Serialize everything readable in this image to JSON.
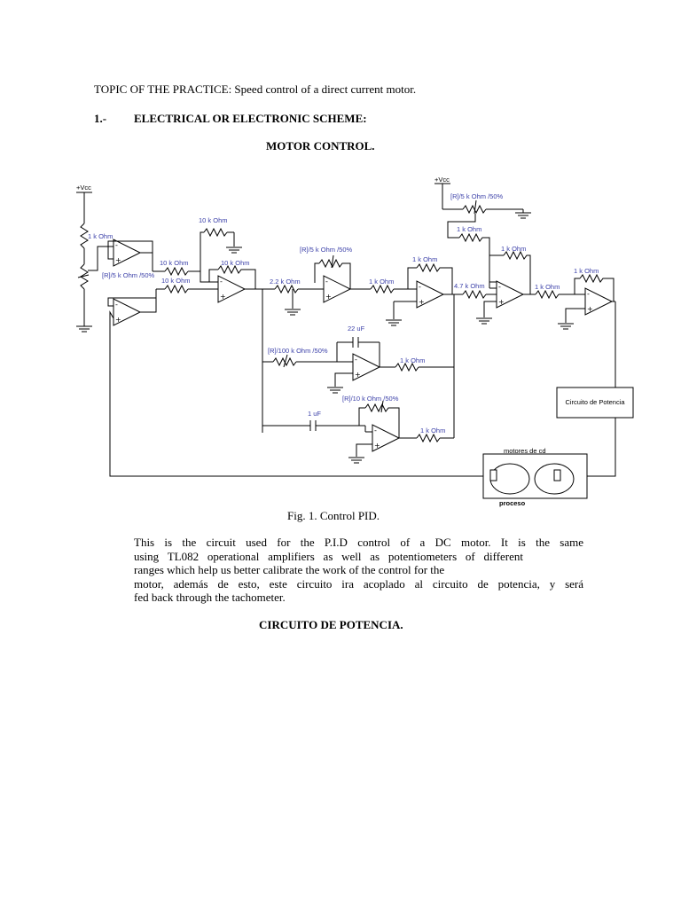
{
  "document": {
    "topic": "TOPIC OF THE PRACTICE: Speed control of a direct current motor.",
    "section_number": "1.-",
    "section_title": "ELECTRICAL OR ELECTRONIC SCHEME:",
    "subtitle": "MOTOR CONTROL.",
    "figure_caption": "Fig. 1. Control PID.",
    "paragraph_lines": [
      "This is the circuit used for the P.I.D control of a DC motor. It is the same",
      "using TL082 operational amplifiers as well as potentiometers of different",
      "ranges which help us better calibrate the work of the control for the",
      "motor, además de esto, este circuito ira acoplado al circuito de potencia, y será",
      "fed back through the tachometer."
    ],
    "section2_title": "CIRCUITO DE POTENCIA."
  },
  "schematic": {
    "vcc_left": "+Vcc",
    "vcc_right": "+Vcc",
    "labels": {
      "r_1k_top_left": "1 k Ohm",
      "pot_5k_left": "[R]/5 k Ohm /50%",
      "r_10k_feedback": "10 k Ohm",
      "r_10k_in_a": "10 k Ohm",
      "r_10k_in_b": "10 k Ohm",
      "r_10k_summer": "10 k Ohm",
      "r_2_2k": "2.2 k Ohm",
      "pot_5k_mid": "[R]/5 k Ohm /50%",
      "r_1k_a": "1 k Ohm",
      "r_1k_b": "1 k Ohm",
      "r_4_7k": "4.7 k Ohm",
      "pot_5k_right": "[R]/5 k Ohm /50%",
      "r_1k_c": "1 k Ohm",
      "r_1k_d": "1 k Ohm",
      "r_1k_e": "1 k Ohm",
      "r_1k_f": "1 k Ohm",
      "cap_22u": "22 uF",
      "pot_100k": "[R]/100 k Ohm /50%",
      "r_1k_g": "1 k Ohm",
      "pot_10k": "[R]/10 k Ohm /50%",
      "cap_1u": "1 uF",
      "r_1k_h": "1 k Ohm",
      "power_block": "Circuito de Potencia",
      "motors": "motores de cd",
      "process": "proceso"
    }
  }
}
